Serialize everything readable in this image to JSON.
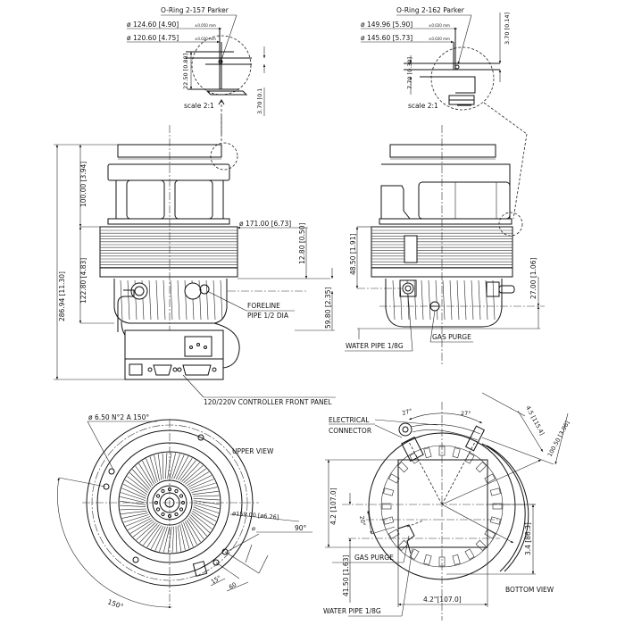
{
  "title": "Turbomolecular pump outline drawing",
  "detail_left": {
    "oring_label": "O-Ring 2-157 Parker",
    "dia1": "ø 124.60 [4.90]",
    "dia1_tol": "±0.050 mm",
    "dia2": "ø 120.60 [4.75]",
    "dia2_tol": "±0.020 mm",
    "depth": "22.50 [0.88]",
    "step": "3.70 [0.1",
    "scale": "scale 2:1"
  },
  "detail_right": {
    "oring_label": "O-Ring 2-162 Parker",
    "dia1": "ø 149.96 [5.90]",
    "dia1_tol": "±0.020 mm",
    "dia2": "ø 145.60 [5.73]",
    "dia2_tol": "±0.020 mm",
    "step": "3.70 [0.14]",
    "groove": "0.30]",
    "groove_full": "7.70 [0.30]",
    "depth": "7.70",
    "scale": "scale 2:1"
  },
  "front_view": {
    "overall_height": "286.94 [11.30]",
    "upper_height": "100.00 [3.94]",
    "lower_height": "122.80 [4.83]",
    "body_dia": "ø 171.00 [6.73]",
    "flange_step": "12.80 [0.50]",
    "foreline_height": "59.80 [2.35]",
    "foreline_label_1": "FORELINE",
    "foreline_label_2": "PIPE 1/2 DIA",
    "controller_label": "120/220V CONTROLLER FRONT PANEL"
  },
  "side_view": {
    "water_height": "48.50 [1.91]",
    "purge_height": "27.00 [1.06]",
    "water_label": "WATER PIPE 1/8G",
    "purge_label": "GAS PURGE"
  },
  "upper_view": {
    "title": "UPPER VIEW",
    "holes": "ø 6.50 N°2 A 150°",
    "flange_dia": "ø159.00 [ø6.26]",
    "hole2": "ø",
    "angle90": "90°",
    "angle150": "150°",
    "angle15": "15°",
    "dim60": "60"
  },
  "bottom_view": {
    "title": "BOTTOM VIEW",
    "electrical_1": "ELECTRICAL",
    "electrical_2": "CONNECTOR",
    "angle_left": "27°",
    "angle_right": "27°",
    "radius_conn": "4.5 [115.4]",
    "radius_pipe": "100.50 [3.96]",
    "height_left": "4.2 [107.0]",
    "angle20": "20°",
    "purge_height": "41.50 [1.63]",
    "purge_label": "GAS PURGE",
    "water_label": "WATER PIPE 1/8G",
    "right_height": "3.4 [86.3]",
    "width": "4.2\"[107.0]"
  }
}
